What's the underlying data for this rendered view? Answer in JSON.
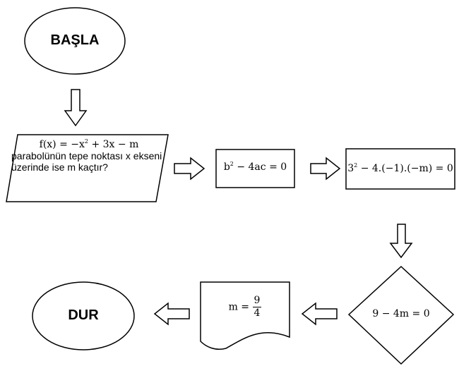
{
  "nodes": {
    "start": {
      "label": "BAŞLA",
      "shape": "ellipse"
    },
    "question": {
      "shape": "parallelogram",
      "equation": {
        "func": "f(x) = −x",
        "exp": "2",
        "rest": " + 3x − m"
      },
      "text": "parabolünün tepe noktası x ekseni üzerinde ise m kaçtır?"
    },
    "discriminant": {
      "shape": "rectangle",
      "base": "b",
      "exp": "2",
      "rest": " − 4ac = 0"
    },
    "substitution": {
      "shape": "rectangle",
      "base": "3",
      "exp": "2",
      "rest": " − 4.(−1).(−m) = 0"
    },
    "decision": {
      "shape": "diamond",
      "label": "9 − 4m = 0"
    },
    "result": {
      "shape": "document",
      "lhs": "m =",
      "numerator": "9",
      "denominator": "4"
    },
    "end": {
      "label": "DUR",
      "shape": "ellipse"
    }
  },
  "edges": [
    {
      "from": "start",
      "to": "question",
      "direction": "down"
    },
    {
      "from": "question",
      "to": "discriminant",
      "direction": "right"
    },
    {
      "from": "discriminant",
      "to": "substitution",
      "direction": "right"
    },
    {
      "from": "substitution",
      "to": "decision",
      "direction": "down"
    },
    {
      "from": "decision",
      "to": "result",
      "direction": "left"
    },
    {
      "from": "result",
      "to": "end",
      "direction": "left"
    }
  ],
  "colors": {
    "stroke": "#000000",
    "fill": "#ffffff"
  }
}
